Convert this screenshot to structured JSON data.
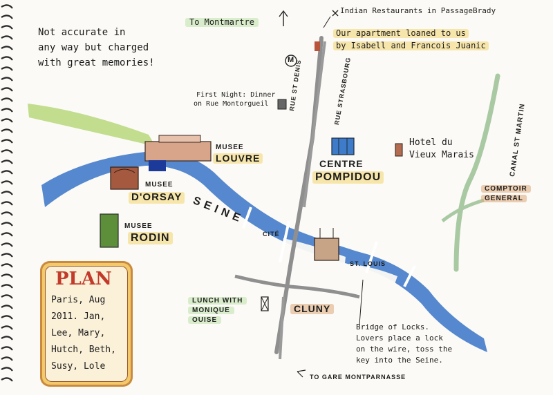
{
  "note": {
    "line1": "Not accurate in",
    "line2": "any way but charged",
    "line3": "with great memories!"
  },
  "top": {
    "montmartre": "To Montmartre",
    "indian": "Indian Restaurants in PassageBrady",
    "apartment_line1": "Our apartment loaned to us",
    "apartment_line2": "by Isabell and Francois Juanic",
    "metro_symbol": "M"
  },
  "places": {
    "first_night_line1": "First Night: Dinner",
    "first_night_line2": "on Rue Montorgueil",
    "musee_louvre_small": "MUSEE",
    "louvre": "LOUVRE",
    "centre": "CENTRE",
    "pompidou": "POMPIDOU",
    "hotel_line1": "Hotel du",
    "hotel_line2": "Vieux Marais",
    "comptoir": "COMPTOIR",
    "general": "GENERAL",
    "musee_orsay_small": "MUSEE",
    "orsay": "D'ORSAY",
    "musee_rodin_small": "MUSEE",
    "rodin": "RODIN",
    "cite": "CITÉ",
    "st_louis": "ST. LOUIS",
    "lunch_line1": "LUNCH WITH",
    "lunch_line2": "MONIQUE",
    "lunch_line3": "OUISE",
    "cluny": "CLUNY",
    "bridge_line1": "Bridge of Locks.",
    "bridge_line2": "Lovers place a lock",
    "bridge_line3": "on the wire, toss the",
    "bridge_line4": "key into the Seine.",
    "gare": "TO GARE MONTPARNASSE"
  },
  "streets": {
    "rue_st_denis": "RUE ST DENIS",
    "rue_strasbourg": "RUE STRASBOURG",
    "canal": "CANAL ST MARTIN",
    "seine": "SEINE"
  },
  "plan": {
    "title": "PLAN",
    "line1": "Paris, Aug",
    "line2": "2011. Jan,",
    "line3": "Lee, Mary,",
    "line4": "Hutch, Beth,",
    "line5": "Susy, Lole"
  },
  "colors": {
    "river": "#2f6fc4",
    "green_wash": "#a8cf6a",
    "canal_green": "#9fc39a",
    "yellow_wash": "#f4d66e",
    "building_brown": "#9a5a3a"
  }
}
